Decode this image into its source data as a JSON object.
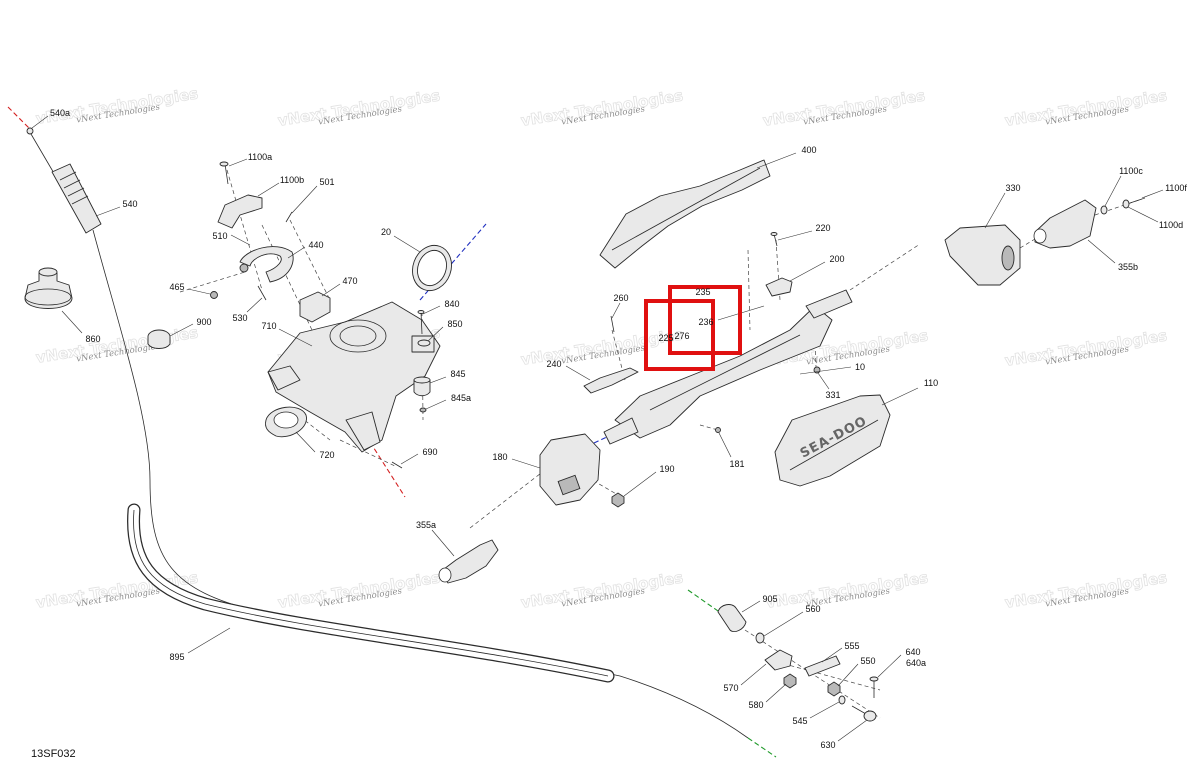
{
  "diagram_code": "13SF032",
  "watermark": "vNext Technologies",
  "logo_text": "SEA-DOO",
  "highlight_color": "#e01010",
  "callouts": {
    "p540a": "540a",
    "p540": "540",
    "p860": "860",
    "p465": "465",
    "p900": "900",
    "p1100a": "1100a",
    "p1100b": "1100b",
    "p501": "501",
    "p510": "510",
    "p440": "440",
    "p530": "530",
    "p710": "710",
    "p470": "470",
    "p20": "20",
    "p840": "840",
    "p850": "850",
    "p845": "845",
    "p845a": "845a",
    "p720": "720",
    "p690": "690",
    "p400": "400",
    "p220": "220",
    "p200": "200",
    "p235": "235",
    "p236": "236",
    "p225": "225",
    "p276": "276",
    "p260": "260",
    "p240": "240",
    "p10": "10",
    "p331": "331",
    "p110": "110",
    "p181": "181",
    "p180": "180",
    "p190": "190",
    "p355a": "355a",
    "p330": "330",
    "p1100c": "1100c",
    "p1100f": "1100f",
    "p1100d": "1100d",
    "p355b": "355b",
    "p905": "905",
    "p560": "560",
    "p555": "555",
    "p550": "550",
    "p640": "640",
    "p640a": "640a",
    "p570": "570",
    "p580": "580",
    "p545": "545",
    "p630": "630",
    "p895": "895"
  }
}
